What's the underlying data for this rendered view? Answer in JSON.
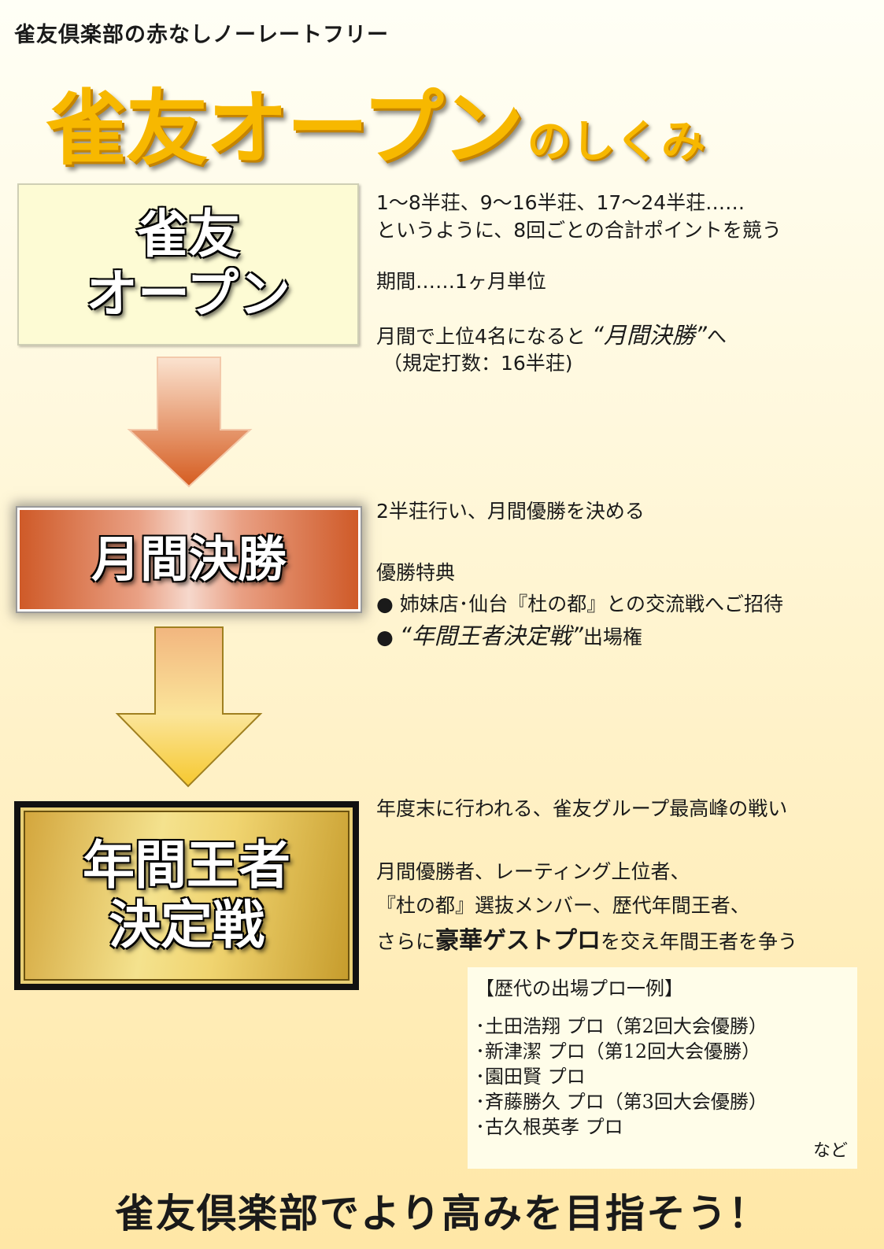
{
  "header": {
    "subtitle": "雀友倶楽部の赤なしノーレートフリー",
    "title_main": "雀友オープン",
    "title_suffix": "のしくみ"
  },
  "stage1": {
    "box_line1": "雀友",
    "box_line2": "オープン",
    "desc_line1": "1〜8半荘、9〜16半荘、17〜24半荘……",
    "desc_line2": "というように、8回ごとの合計ポイントを競う",
    "period": "期間……1ヶ月単位",
    "advance_pre": "月間で上位4名になると ",
    "advance_quote": "“月間決勝”",
    "advance_post": "へ",
    "rule": "（規定打数：16半荘)"
  },
  "stage2": {
    "box_label": "月間決勝",
    "desc_line1": "2半荘行い、月間優勝を決める",
    "perk_head": "優勝特典",
    "perk1": "● 姉妹店･仙台『杜の都』との交流戦へご招待",
    "perk2_bullet": "● ",
    "perk2_quote": "“年間王者決定戦”",
    "perk2_post": "出場権"
  },
  "stage3": {
    "box_line1": "年間王者",
    "box_line2": "決定戦",
    "desc_line1": "年度末に行われる、雀友グループ最高峰の戦い",
    "desc_line2": "月間優勝者、レーティング上位者、",
    "desc_line3": "『杜の都』選抜メンバー、歴代年間王者、",
    "desc_line4_pre": "さらに",
    "desc_line4_emph": "豪華ゲストプロ",
    "desc_line4_post": "を交え年間王者を争う"
  },
  "honor": {
    "heading": "【歴代の出場プロ一例】",
    "items": [
      "･土田浩翔 プロ（第2回大会優勝）",
      "･新津潔 プロ（第12回大会優勝）",
      "･園田賢 プロ",
      "･斉藤勝久 プロ（第3回大会優勝）",
      "･古久根英孝 プロ"
    ],
    "etc": "など"
  },
  "footer": {
    "slogan": "雀友倶楽部でより高みを目指そう！"
  },
  "colors": {
    "title": "#f7b800",
    "box1": "#fdfbd4",
    "box2_edge": "#cf5a28",
    "box3_gold": "#d9b040"
  }
}
